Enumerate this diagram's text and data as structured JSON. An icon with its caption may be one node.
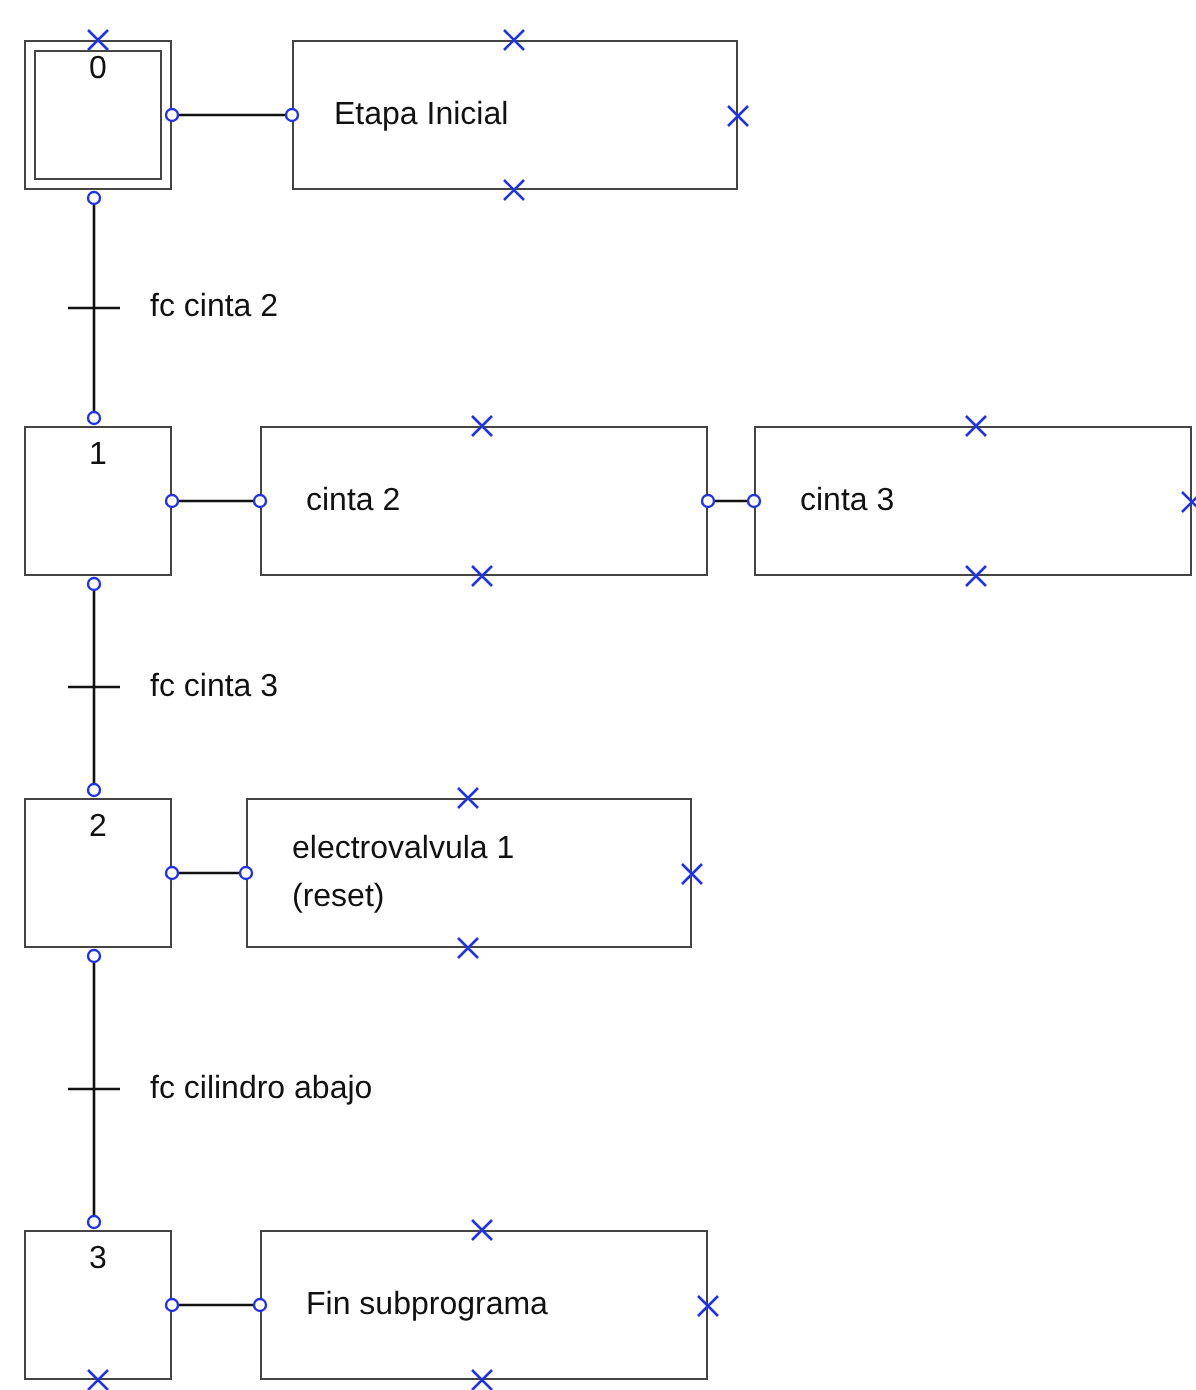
{
  "diagram": {
    "nodes": [
      {
        "text": [
          "0"
        ]
      },
      {
        "text": [
          "Etapa Inicial"
        ]
      },
      {
        "text": [
          "1"
        ]
      },
      {
        "text": [
          "cinta 2"
        ]
      },
      {
        "text": [
          "cinta 3"
        ]
      },
      {
        "text": [
          "2"
        ]
      },
      {
        "text": [
          "electrovalvula 1 (reset)"
        ]
      },
      {
        "text": [
          "3"
        ]
      },
      {
        "text": [
          "Fin subprograma"
        ]
      }
    ],
    "edges": [
      {
        "from": 0,
        "to": 1,
        "arrow": "other"
      },
      {
        "from": 0,
        "to": 2,
        "arrow": "other",
        "label": "fc cinta 2"
      },
      {
        "from": 2,
        "to": 3,
        "arrow": "other"
      },
      {
        "from": 3,
        "to": 4,
        "arrow": "other"
      },
      {
        "from": 2,
        "to": 5,
        "arrow": "other",
        "label": "fc cinta 3"
      },
      {
        "from": 5,
        "to": 6,
        "arrow": "other"
      },
      {
        "from": 5,
        "to": 7,
        "arrow": "other",
        "label": "fc cilindro abajo"
      },
      {
        "from": 7,
        "to": 8,
        "arrow": "other"
      }
    ]
  }
}
